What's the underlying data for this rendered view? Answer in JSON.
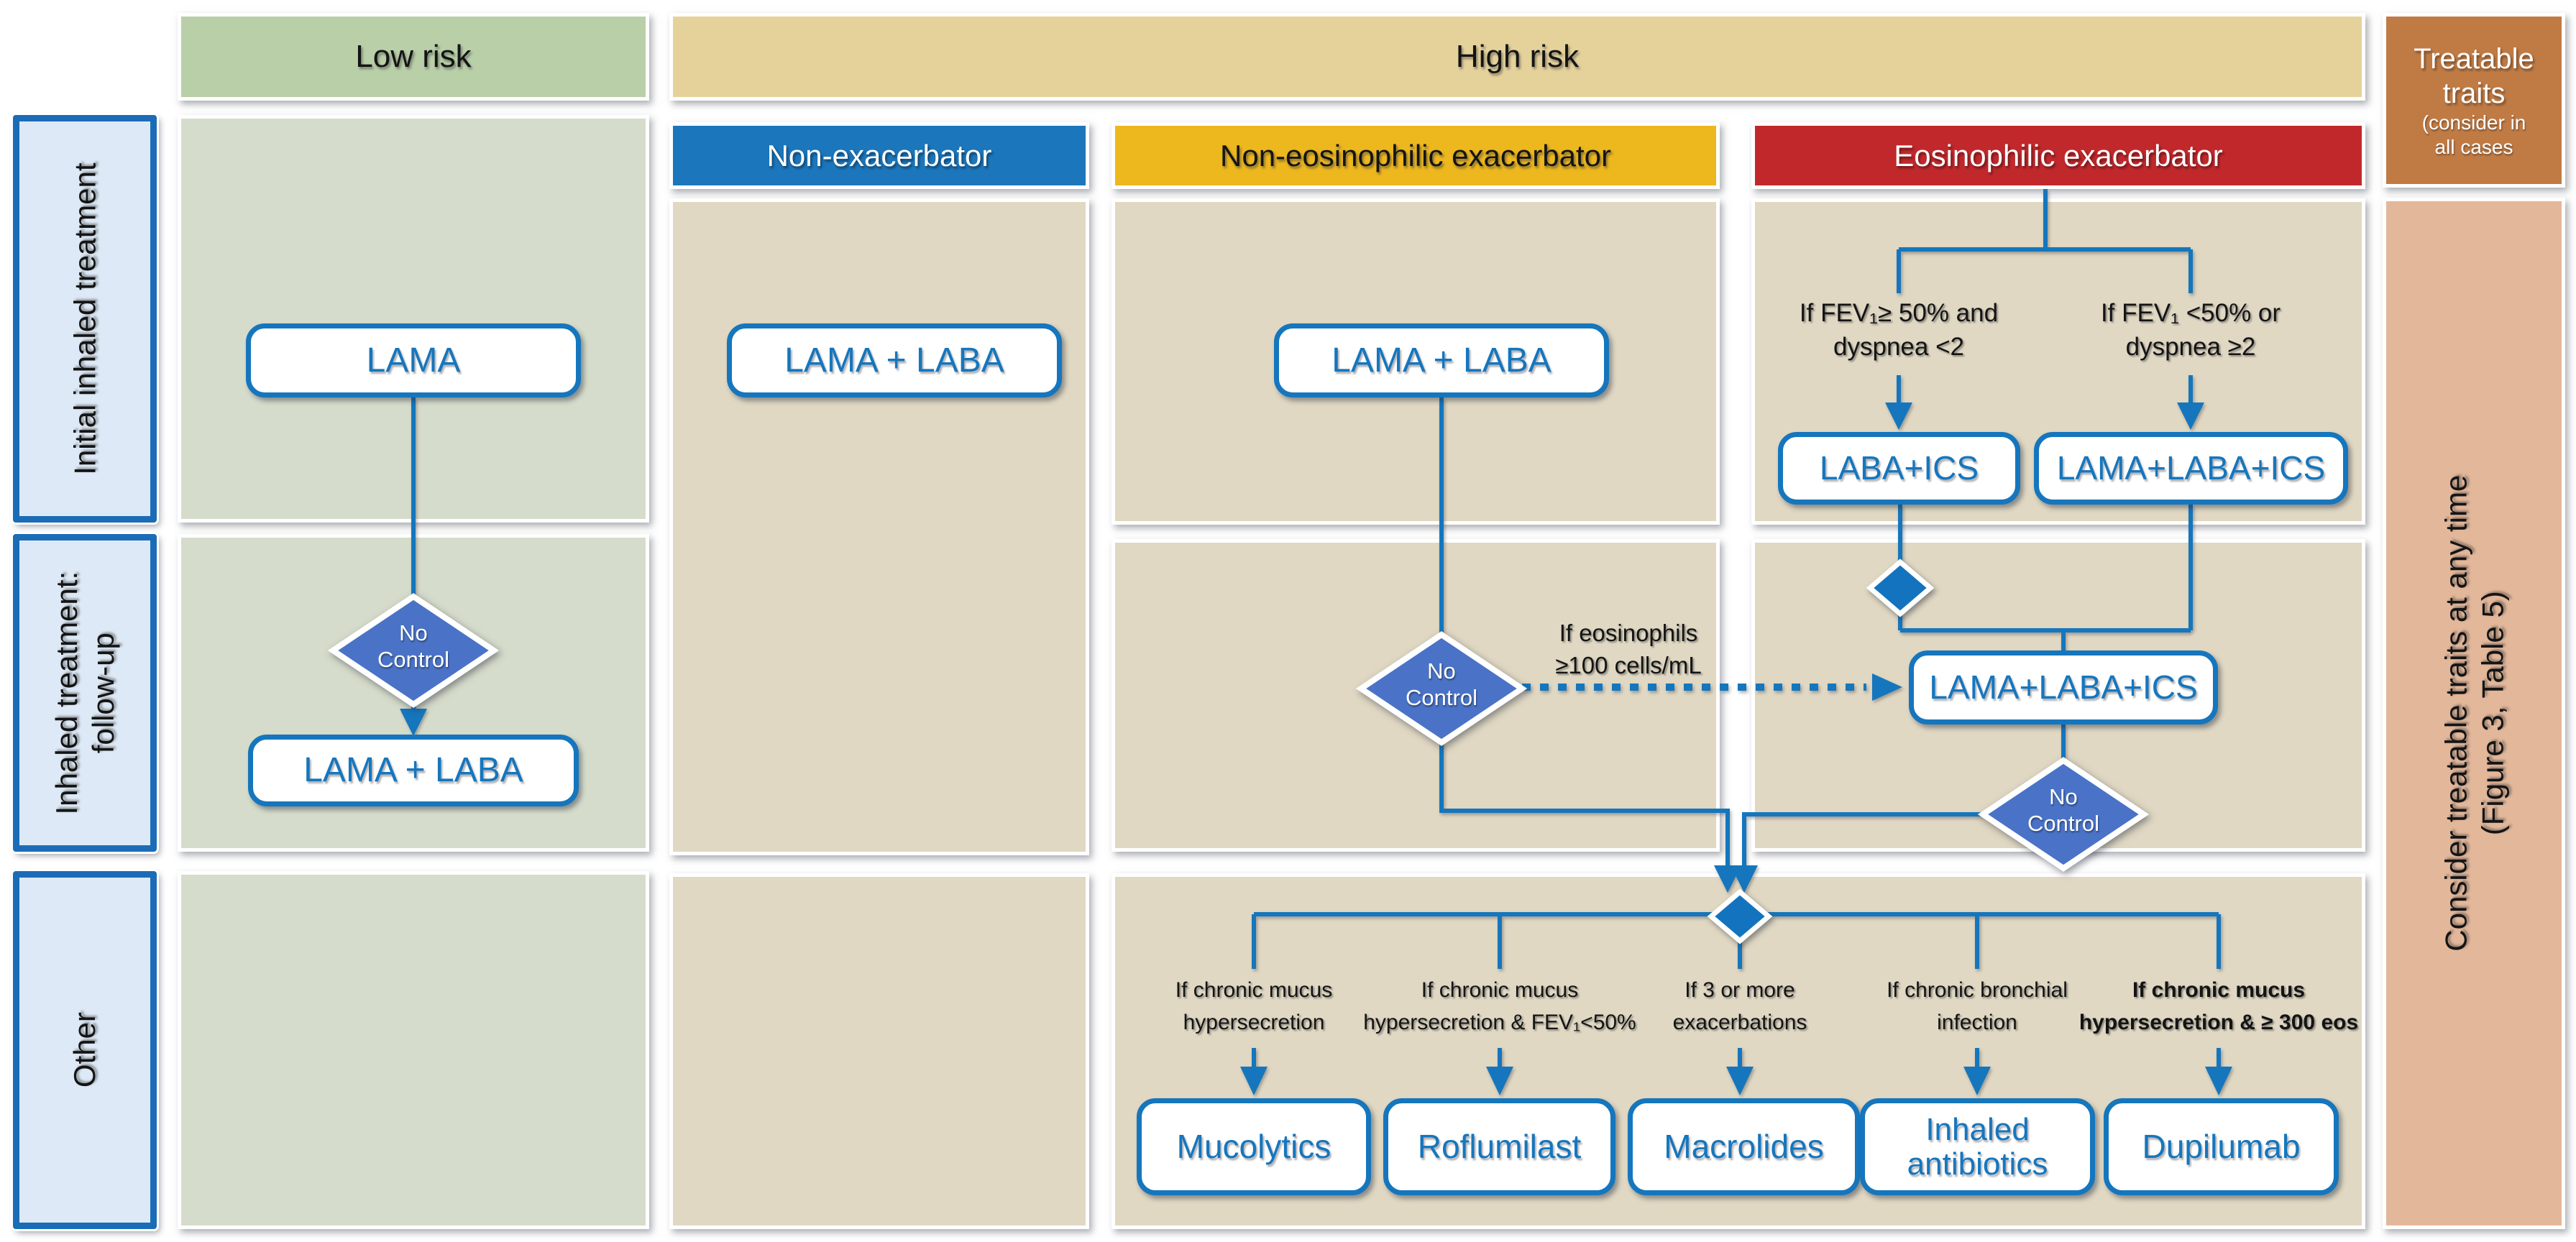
{
  "top_headers": {
    "low_risk": "Low risk",
    "high_risk": "High risk"
  },
  "treatable_traits": {
    "title": "Treatable traits",
    "subtitle": "(consider in all cases"
  },
  "right_panel": {
    "line1": "Consider treatable traits at any time",
    "line2": "(Figure 3, Table 5)"
  },
  "row_labels": {
    "initial": "Initial inhaled treatment",
    "followup_line1": "Inhaled treatment:",
    "followup_line2": "follow-up",
    "other": "Other"
  },
  "column_headers": {
    "non_exacerbator": "Non-exacerbator",
    "non_eosinophilic": "Non-eosinophilic exacerbator",
    "eosinophilic": "Eosinophilic exacerbator"
  },
  "decision": {
    "no_control_line1": "No",
    "no_control_line2": "Control"
  },
  "boxes": {
    "lowrisk_initial": "LAMA",
    "nonexac_initial": "LAMA + LABA",
    "noneos_initial": "LAMA + LABA",
    "eos_laba_ics": "LABA+ICS",
    "eos_triple_initial": "LAMA+LABA+ICS",
    "lowrisk_followup": "LAMA + LABA",
    "eos_triple_followup": "LAMA+LABA+ICS",
    "mucolytics": "Mucolytics",
    "roflumilast": "Roflumilast",
    "macrolides": "Macrolides",
    "inhaled_antibiotics": "Inhaled antibiotics",
    "dupilumab": "Dupilumab"
  },
  "conditions": {
    "fev_ge50_line1": "If FEV₁≥ 50% and",
    "fev_ge50_line2": "dyspnea <2",
    "fev_lt50_line1": "If FEV₁ <50% or",
    "fev_lt50_line2": "dyspnea ≥2",
    "eos100_line1": "If eosinophils",
    "eos100_line2": "≥100 cells/mL"
  },
  "bottom_branches": [
    {
      "line1": "If chronic mucus",
      "line2": "hypersecretion"
    },
    {
      "line1": "If chronic mucus",
      "line2": "hypersecretion & FEV₁<50%"
    },
    {
      "line1": "If 3 or more",
      "line2": "exacerbations"
    },
    {
      "line1": "If chronic bronchial",
      "line2": "infection"
    },
    {
      "line1": "If chronic mucus",
      "line2": "hypersecretion & ≥ 300 eos"
    }
  ],
  "colors": {
    "low_risk_header": "#b9cfa8",
    "low_risk_panel": "#d6dccb",
    "high_risk_header": "#e5d29b",
    "high_risk_panel": "#e0d8c3",
    "non_exacerbator_header": "#1b76bb",
    "non_eosinophilic_header": "#edb71e",
    "eosinophilic_header": "#c1282c",
    "treatable_traits_bg": "#c07b45",
    "right_panel_bg": "#e3b79a",
    "sidebar_bg": "#dde9f6",
    "sidebar_border": "#1b6cb7",
    "wire_blue": "#1576bd",
    "decision_diamond": "#4a73c7"
  }
}
